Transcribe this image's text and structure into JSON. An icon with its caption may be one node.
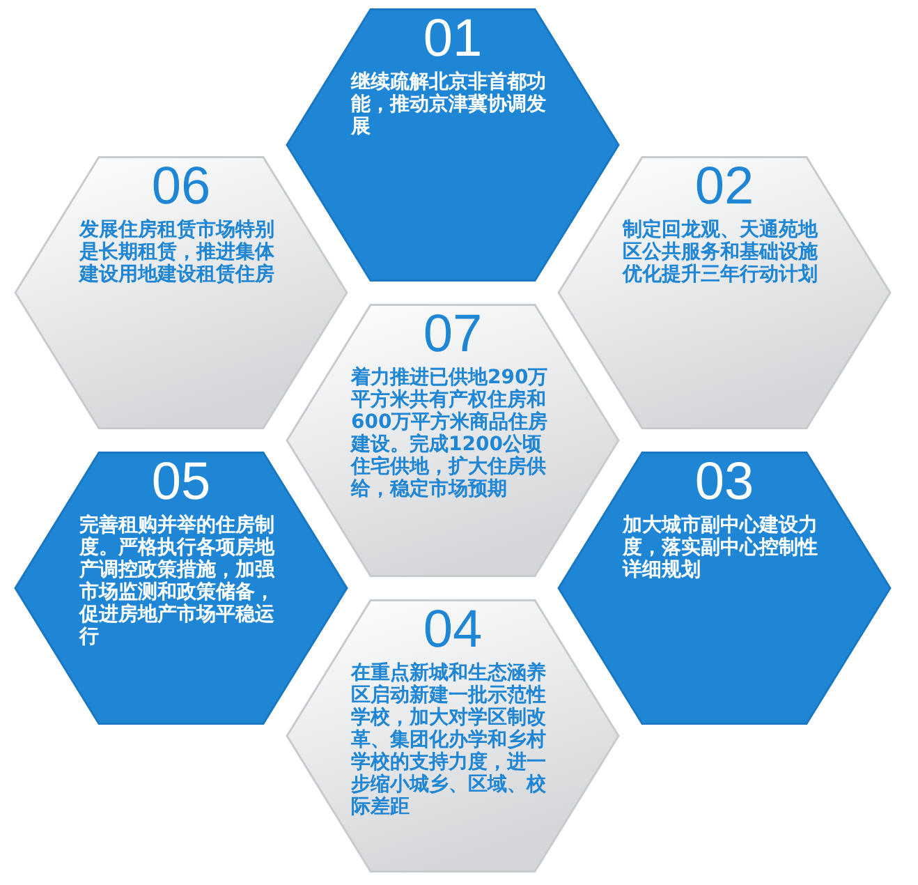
{
  "diagram": {
    "nodes": [
      {
        "text": [
          "01",
          "继续疏解北京非首都功能，推动京津冀协调发展"
        ]
      },
      {
        "text": [
          "02",
          "制定回龙观、天通苑地区公共服务和基础设施优化提升三年行动计划"
        ]
      },
      {
        "text": [
          "03",
          "加大城市副中心建设力度，落实副中心控制性详细规划"
        ]
      },
      {
        "text": [
          "04",
          "在重点新城和生态涵养区启动新建一批示范性学校，加大对学区制改革、集团化办学和乡村学校的支持力度，进一步缩小城乡、区域、校际差距"
        ]
      },
      {
        "text": [
          "05",
          "完善租购并举的住房制度。严格执行各项房地产调控政策措施，加强市场监测和政策储备，促进房地产市场平稳运行"
        ]
      },
      {
        "text": [
          "06",
          "发展住房租赁市场特别是长期租赁，推进集体建设用地建设租赁住房"
        ]
      },
      {
        "text": [
          "07",
          "着力推进已供地290万平方米共有产权住房和600万平方米商品住房建设。完成1200公顷住宅供地，扩大住房供给，稳定市场预期"
        ]
      }
    ]
  }
}
